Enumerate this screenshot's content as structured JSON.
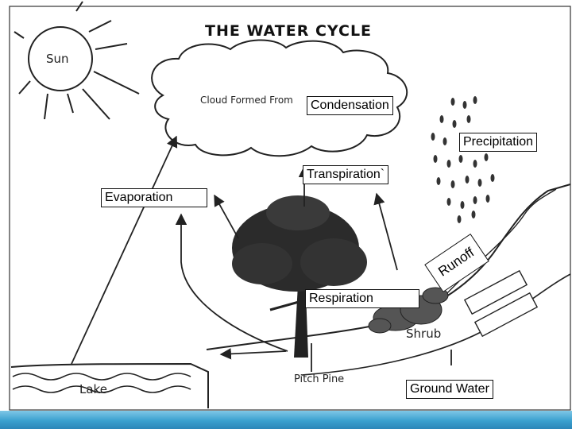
{
  "diagram": {
    "title": "THE WATER CYCLE",
    "printed_labels": {
      "sun": "Sun",
      "cloud": "Cloud Formed From",
      "lake": "Lake",
      "pitch_pine": "Pitch Pine",
      "shrub": "Shrub"
    },
    "boxes": {
      "condensation": "Condensation",
      "precipitation": "Precipitation",
      "transpiration": "Transpiration`",
      "evaporation": "Evaporation",
      "runoff": "Runoff",
      "respiration": "Respiration",
      "ground_water": "Ground Water"
    },
    "colors": {
      "ink": "#222222",
      "water_strip": "#3aa0cf"
    }
  }
}
